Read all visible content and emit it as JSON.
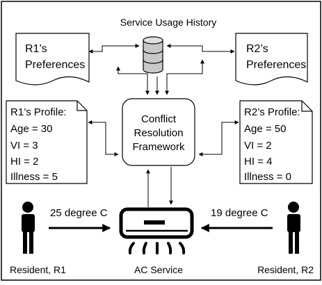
{
  "diagram": {
    "title": "Service Usage History",
    "r1_preferences": [
      "R1’s",
      "Preferences"
    ],
    "r2_preferences": [
      "R2’s",
      "Preferences"
    ],
    "framework": [
      "Conflict",
      "Resolution",
      "Framework"
    ],
    "r1_profile": [
      "R1’s Profile:",
      "Age = 30",
      "VI = 3",
      "HI = 2",
      "Illness = 5"
    ],
    "r2_profile": [
      "R2’s Profile:",
      "Age = 50",
      "VI = 2",
      "HI = 4",
      "Illness = 0"
    ],
    "r1_temperature": "25 degree C",
    "r2_temperature": "19 degree C",
    "resident_r1": "Resident, R1",
    "resident_r2": "Resident, R2",
    "ac_service": "AC Service"
  }
}
